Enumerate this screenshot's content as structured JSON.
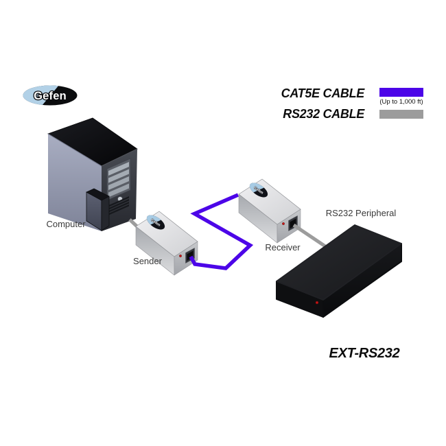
{
  "brand": {
    "logo_text": "Gefen"
  },
  "legend": {
    "cat5e": {
      "label": "CAT5E CABLE",
      "note": "(Up to 1,000 ft)",
      "color": "#4c05e8"
    },
    "rs232": {
      "label": "RS232 CABLE",
      "color": "#9c9c9c"
    }
  },
  "devices": {
    "computer": {
      "label": "Computer"
    },
    "sender": {
      "label": "Sender"
    },
    "receiver": {
      "label": "Receiver"
    },
    "peripheral": {
      "label": "RS232 Peripheral"
    }
  },
  "product": {
    "model": "EXT-RS232"
  },
  "status": {
    "led_color": "#cf1414"
  }
}
